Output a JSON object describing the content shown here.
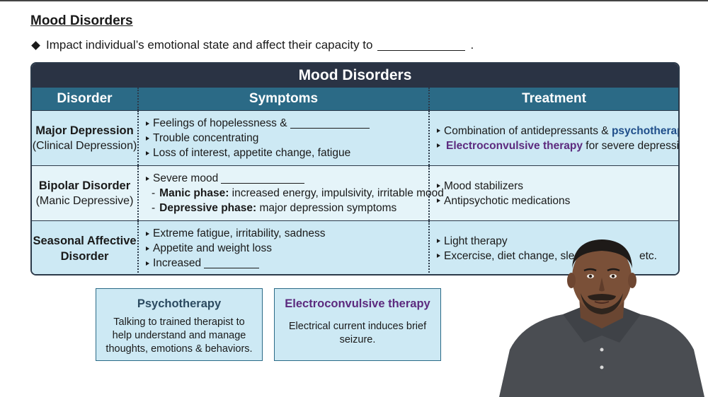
{
  "heading": "Mood Disorders",
  "bullet": {
    "text": "Impact individual’s emotional state and affect their capacity to",
    "end": "."
  },
  "table": {
    "title": "Mood Disorders",
    "headers": [
      "Disorder",
      "Symptoms",
      "Treatment"
    ],
    "rows": [
      {
        "name": "Major Depression",
        "sub": "(Clinical Depression)",
        "symptoms": [
          "Feelings of hopelessness &",
          "Trouble concentrating",
          "Loss of interest, appetite change, fatigue"
        ],
        "treatment_1_pre": "Combination of antidepressants & ",
        "treatment_1_bold": "psychotherapy",
        "treatment_2_bold": "Electroconvulsive therapy",
        "treatment_2_post": " for severe depression"
      },
      {
        "name": "Bipolar Disorder",
        "sub": "(Manic Depressive)",
        "symptom_1": "Severe mood",
        "manic_label": "Manic phase:",
        "manic_text": " increased energy, impulsivity, irritable mood",
        "dep_label": "Depressive phase:",
        "dep_text": " major depression symptoms",
        "treatments": [
          "Mood stabilizers",
          "Antipsychotic medications"
        ]
      },
      {
        "name_1": "Seasonal Affective",
        "name_2": "Disorder",
        "symptoms": [
          "Extreme fatigue, irritability, sadness",
          "Appetite and weight loss",
          "Increased"
        ],
        "treatments": [
          "Light therapy",
          "Excercise, diet change, slee",
          "etc."
        ]
      }
    ]
  },
  "boxes": [
    {
      "title": "Psychotherapy",
      "lines": [
        "Talking to trained therapist to",
        "help understand and manage",
        "thoughts, emotions & behaviors."
      ]
    },
    {
      "title": "Electroconvulsive therapy",
      "lines": [
        "Electrical current induces brief",
        "seizure."
      ]
    }
  ],
  "colors": {
    "table_title_bg": "#2a3344",
    "header_bg": "#2b6a86",
    "row_light": "#cde9f4",
    "row_lighter": "#e5f4f9",
    "accent_purple": "#5c2a7e"
  }
}
